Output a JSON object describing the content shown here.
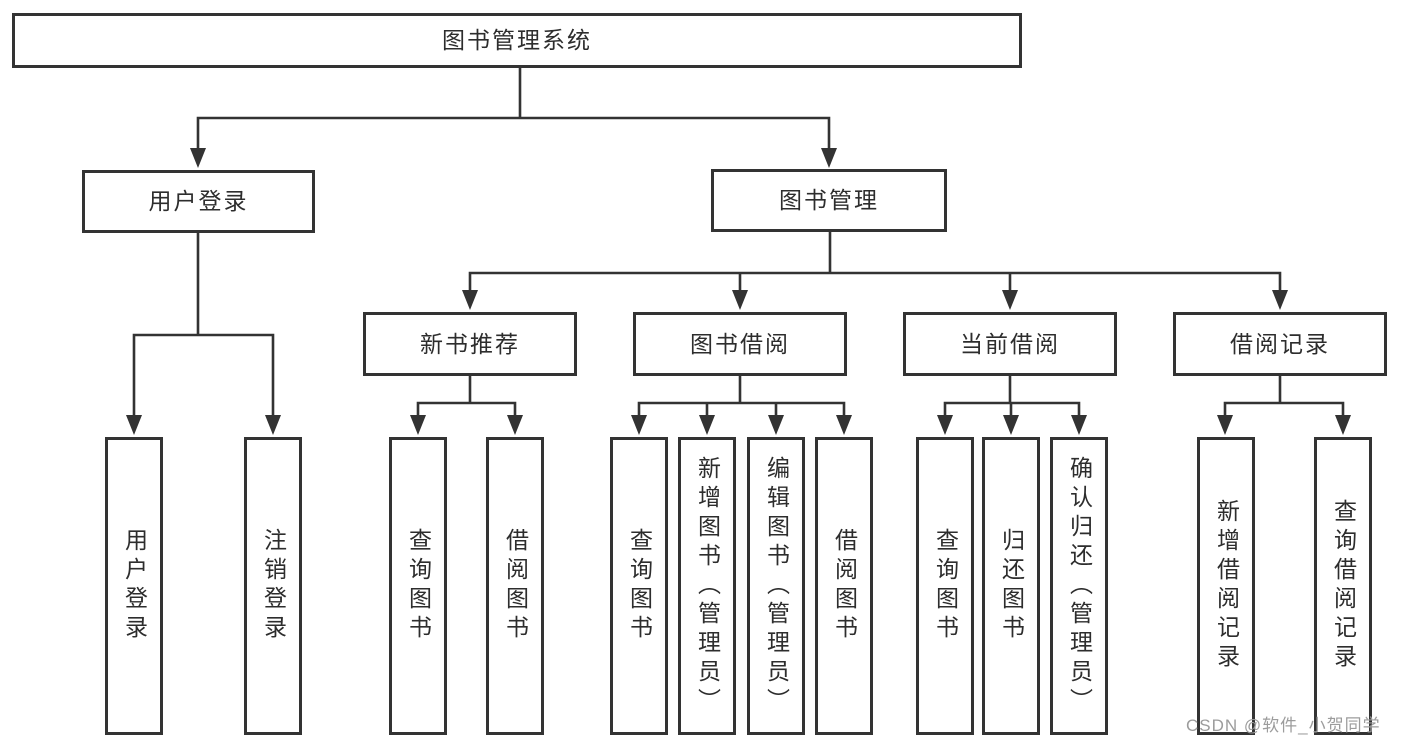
{
  "tree": {
    "root": {
      "label": "图书管理系统"
    },
    "level2": [
      {
        "label": "用户登录",
        "children": [
          "用户登录",
          "注销登录"
        ]
      },
      {
        "label": "图书管理"
      }
    ],
    "level3": [
      {
        "label": "新书推荐",
        "children": [
          "查询图书",
          "借阅图书"
        ]
      },
      {
        "label": "图书借阅",
        "children": [
          "查询图书",
          "新增图书（管理员）",
          "编辑图书（管理员）",
          "借阅图书"
        ]
      },
      {
        "label": "当前借阅",
        "children": [
          "查询图书",
          "归还图书",
          "确认归还（管理员）"
        ]
      },
      {
        "label": "借阅记录",
        "children": [
          "新增借阅记录",
          "查询借阅记录"
        ]
      }
    ]
  },
  "watermark": {
    "text": "CSDN @软件_小贺同学"
  },
  "colors": {
    "line": "#333333",
    "box-border": "#333333",
    "box-fill": "#ffffff",
    "text": "#2d2d2d",
    "watermark": "#9c9c9c",
    "background": "#ffffff"
  }
}
